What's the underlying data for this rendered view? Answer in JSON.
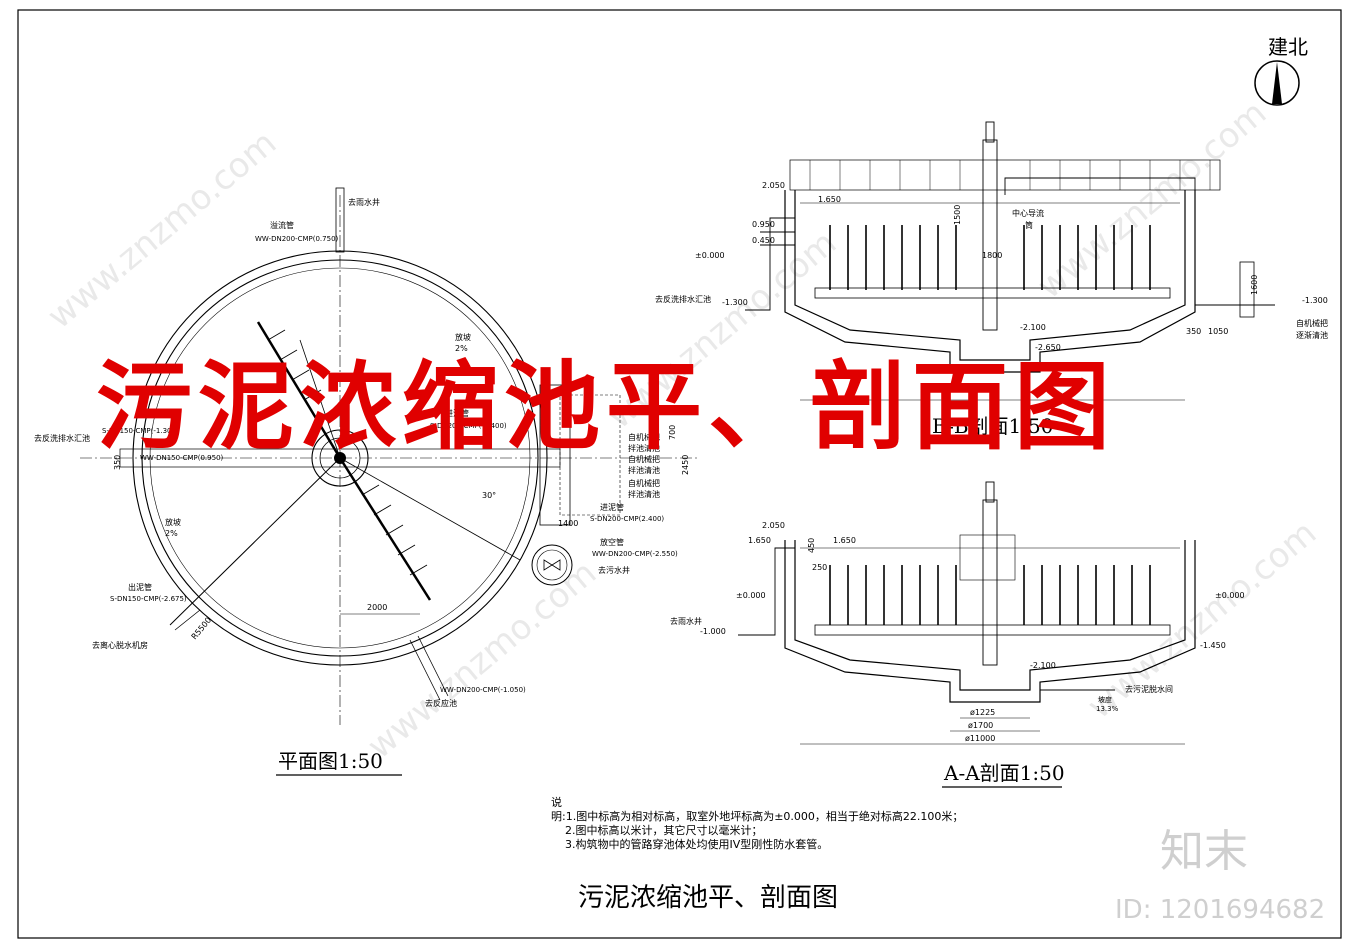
{
  "overlay_title": "污泥浓缩池平、剖面图",
  "drawing_title": "污泥浓缩池平、剖面图",
  "north_label": "建北",
  "watermark_brand": "知末",
  "watermark_id": "ID: 1201694682",
  "watermark_site": "www.znzmo.com",
  "plan": {
    "title": "平面图1:50",
    "labels": {
      "to_rain_well": "去雨水井",
      "overflow_pipe": "溢流管",
      "overflow_spec": "WW-DN200-CMP(0.750)",
      "slope_top": "放坡",
      "slope_top_pct": "2%",
      "slope_bottom": "放坡",
      "slope_bottom_pct": "2%",
      "to_backwash": "去反洗排水汇池",
      "backwash_spec": "S-DN150-CMP(-1.300)",
      "backwash_spec2": "WW-DN150-CMP(0.950)",
      "inlet_pipe": "进泥管",
      "inlet_spec": "S-DN200-CMP(-1.400)",
      "auto_rack_1": "自机械把",
      "auto_rack_1b": "拌池清池",
      "auto_rack_2": "自机械把",
      "auto_rack_2b": "拌池清池",
      "auto_rack_3": "自机械把",
      "auto_rack_3b": "拌池清池",
      "inlet_pipe2": "进泥管",
      "inlet_spec2": "S-DN200-CMP(2.400)",
      "vent_pipe": "放空管",
      "vent_spec": "WW-DN200-CMP(-2.550)",
      "to_sewage_well": "去污水井",
      "outlet_pipe": "出泥管",
      "outlet_spec": "S-DN150-CMP(-2.675)",
      "to_centrifuge": "去离心脱水机房",
      "radius": "R5500",
      "dim_2000": "2000",
      "dim_1400": "1400",
      "dim_700": "700",
      "dim_2450": "2450",
      "dim_350": "350",
      "bottom_spec": "WW-DN200-CMP(-1.050)",
      "to_reaction": "去反应池",
      "angle": "30°"
    }
  },
  "section_bb": {
    "title": "B-B剖面1:50",
    "labels": {
      "el_2050": "2.050",
      "el_1650": "1.650",
      "el_0950": "0.950",
      "el_0450": "0.450",
      "el_0000": "±0.000",
      "el_m1300": "-1.300",
      "el_m2100": "-2.100",
      "el_m2650": "-2.650",
      "to_backwash": "去反洗排水汇池",
      "center_tube": "中心导流",
      "tube": "筒",
      "dim_1800": "1800",
      "dim_1600": "1600",
      "dim_350": "350",
      "dim_1050": "1050",
      "el_r_m1300": "-1.300",
      "auto_rack": "自机械把",
      "auto_rack_b": "逐渐清池",
      "dim_1500": "1500"
    }
  },
  "section_aa": {
    "title": "A-A剖面1:50",
    "labels": {
      "el_2050": "2.050",
      "el_1650": "1.650",
      "el_1650b": "1.650",
      "el_0000_l": "±0.000",
      "el_0000_r": "±0.000",
      "dim_450": "450",
      "dim_250": "250",
      "to_rain_well": "去雨水井",
      "el_m1000": "-1.000",
      "el_m1450": "-1.450",
      "el_m2100": "-2.100",
      "to_dewater": "去污泥脱水间",
      "slope": "坡度",
      "slope_pct": "13.3%",
      "dia_1225": "ø1225",
      "dia_1700": "ø1700",
      "dia_11000": "ø11000"
    }
  },
  "notes": {
    "heading": "说",
    "line1": "明:1.图中标高为相对标高，取室外地坪标高为±0.000，相当于绝对标高22.100米；",
    "line2": "2.图中标高以米计，其它尺寸以毫米计；",
    "line3": "3.构筑物中的管路穿池体处均使用IV型刚性防水套管。"
  }
}
